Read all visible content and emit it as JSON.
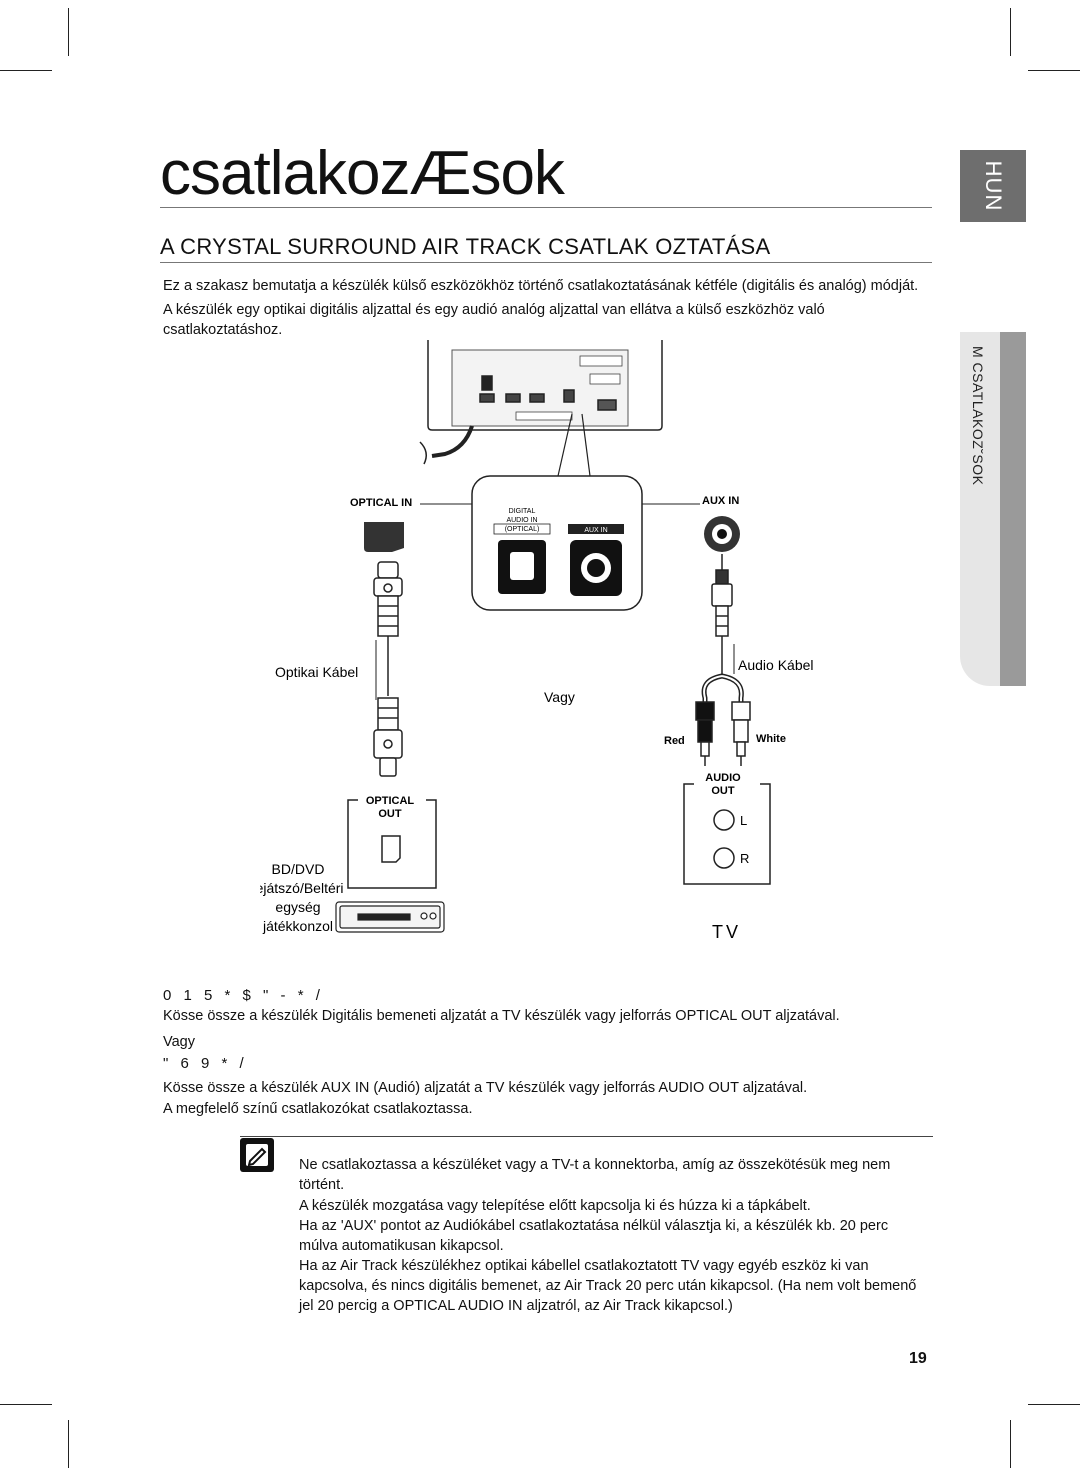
{
  "header": {
    "title": "csatlakozÆsok",
    "section_heading": "A CRYSTAL SURROUND AIR TRACK CSATLAK OZTATÁSA"
  },
  "side_tabs": {
    "language": "HUN",
    "section": "M CSATLAKOZ˘SOK"
  },
  "intro": [
    "Ez a szakasz bemutatja a készülék külső eszközökhöz történő csatlakoztatásának kétféle (digitális és analóg) módját.",
    "A készülék egy optikai digitális aljzattal és egy audió analóg aljzattal van ellátva a külső eszközhöz való csatlakoztatáshoz."
  ],
  "diagram": {
    "optical_in_label": "OPTICAL IN",
    "aux_in_label": "AUX IN",
    "panel_digital": [
      "DIGITAL",
      "AUDIO IN",
      "(OPTICAL)"
    ],
    "panel_aux": "AUX IN",
    "optical_cable": "Optikai Kábel",
    "audio_cable": "Audio Kábel",
    "or": "Vagy",
    "red": "Red",
    "white": "White",
    "audio_out": [
      "AUDIO",
      "OUT"
    ],
    "optical_out": [
      "OPTICAL",
      "OUT"
    ],
    "channel_l": "L",
    "channel_r": "R",
    "source_device": [
      "BD/DVD",
      "lejátszó/Beltéri",
      "egység",
      "játékkonzol"
    ],
    "tv": "TV"
  },
  "instructions": {
    "optical_heading": "0 1 5 * $ \" -   * /",
    "optical_text": "Kösse össze a készülék Digitális bemeneti aljzatát a TV készülék vagy jelforrás OPTICAL OUT aljzatával.",
    "or": "Vagy",
    "aux_heading": "\" 6 9   * /",
    "aux_text_1": "Kösse össze a készülék AUX IN (Audió) aljzatát a TV készülék vagy jelforrás AUDIO OUT aljzatával.",
    "aux_text_2": "A megfelelő színű csatlakozókat csatlakoztassa."
  },
  "notes": [
    "Ne csatlakoztassa a készüléket vagy a TV-t a konnektorba, amíg az összekötésük meg nem történt.",
    "A készülék mozgatása vagy telepítése előtt kapcsolja ki és húzza ki a tápkábelt.",
    "Ha az 'AUX' pontot az Audiókábel csatlakoztatása nélkül választja ki, a készülék kb. 20 perc múlva automatikusan kikapcsol.",
    "Ha az Air Track készülékhez optikai kábellel csatlakoztatott TV vagy egyéb eszköz ki van kapcsolva, és nincs digitális bemenet, az Air Track 20 perc után kikapcsol. (Ha nem volt bemenő jel 20 percig a OPTICAL AUDIO IN aljzatról, az Air Track kikapcsol.)"
  ],
  "page_number": "19"
}
